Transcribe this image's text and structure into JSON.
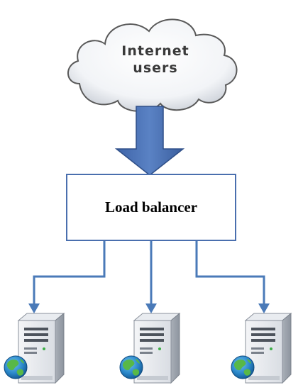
{
  "diagram": {
    "cloud": {
      "line1": "Internet",
      "line2": "users"
    },
    "load_balancer": {
      "label": "Load balancer"
    },
    "servers": [
      {
        "icon": "server-with-globe-icon"
      },
      {
        "icon": "server-with-globe-icon"
      },
      {
        "icon": "server-with-globe-icon"
      }
    ],
    "colors": {
      "arrow": "#4a6fae",
      "connector": "#4a7ab8",
      "box_border": "#4a6fae",
      "cloud_outline": "#5a5a5a"
    }
  }
}
